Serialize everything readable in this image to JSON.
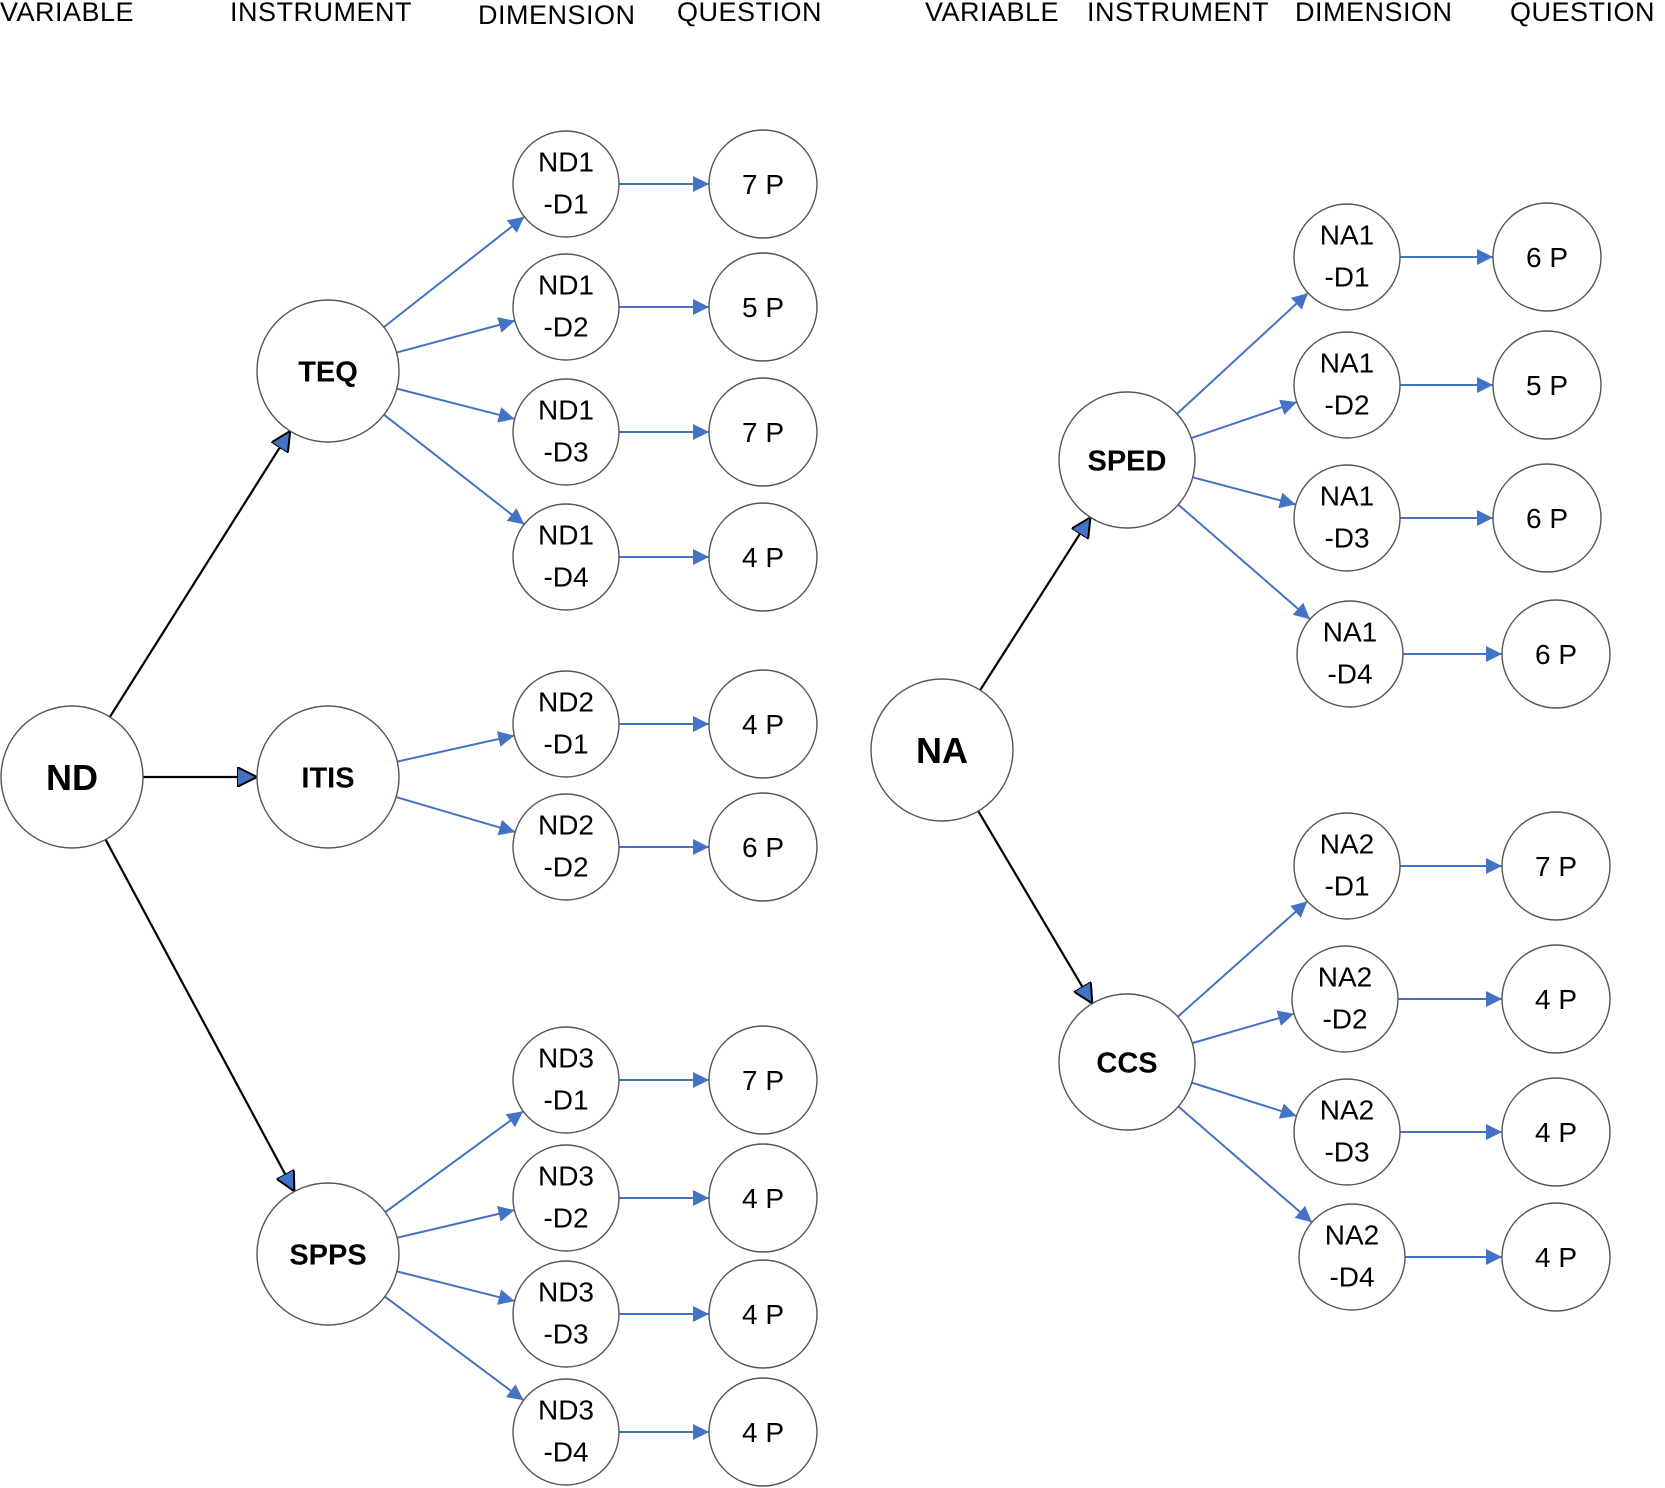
{
  "headers": {
    "left": [
      "VARIABLE",
      "INSTRUMENT",
      "DIMENSION",
      "QUESTION"
    ],
    "right": [
      "VARIABLE",
      "INSTRUMENT",
      "DIMENSION",
      "QUESTION"
    ]
  },
  "colors": {
    "black_edge": "#000000",
    "blue_edge": "#4472C4",
    "arrow_fill": "#4472C4"
  },
  "left_tree": {
    "variable": "ND",
    "instruments": [
      {
        "label": "TEQ",
        "dimensions": [
          {
            "line1": "ND1",
            "line2": "-D1",
            "question": "7 P"
          },
          {
            "line1": "ND1",
            "line2": "-D2",
            "question": "5 P"
          },
          {
            "line1": "ND1",
            "line2": "-D3",
            "question": "7 P"
          },
          {
            "line1": "ND1",
            "line2": "-D4",
            "question": "4 P"
          }
        ]
      },
      {
        "label": "ITIS",
        "dimensions": [
          {
            "line1": "ND2",
            "line2": "-D1",
            "question": "4 P"
          },
          {
            "line1": "ND2",
            "line2": "-D2",
            "question": "6 P"
          }
        ]
      },
      {
        "label": "SPPS",
        "dimensions": [
          {
            "line1": "ND3",
            "line2": "-D1",
            "question": "7 P"
          },
          {
            "line1": "ND3",
            "line2": "-D2",
            "question": "4 P"
          },
          {
            "line1": "ND3",
            "line2": "-D3",
            "question": "4 P"
          },
          {
            "line1": "ND3",
            "line2": "-D4",
            "question": "4 P"
          }
        ]
      }
    ]
  },
  "right_tree": {
    "variable": "NA",
    "instruments": [
      {
        "label": "SPED",
        "dimensions": [
          {
            "line1": "NA1",
            "line2": "-D1",
            "question": "6 P"
          },
          {
            "line1": "NA1",
            "line2": "-D2",
            "question": "5 P"
          },
          {
            "line1": "NA1",
            "line2": "-D3",
            "question": "6 P"
          },
          {
            "line1": "NA1",
            "line2": "-D4",
            "question": "6 P"
          }
        ]
      },
      {
        "label": "CCS",
        "dimensions": [
          {
            "line1": "NA2",
            "line2": "-D1",
            "question": "7 P"
          },
          {
            "line1": "NA2",
            "line2": "-D2",
            "question": "4 P"
          },
          {
            "line1": "NA2",
            "line2": "-D3",
            "question": "4 P"
          },
          {
            "line1": "NA2",
            "line2": "-D4",
            "question": "4 P"
          }
        ]
      }
    ]
  }
}
